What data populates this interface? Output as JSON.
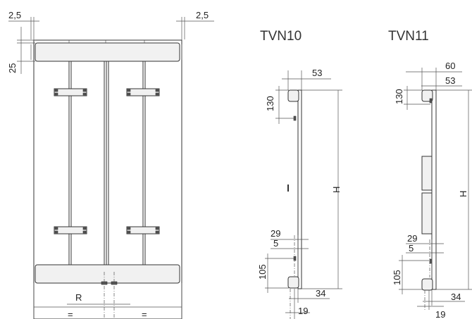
{
  "front_view": {
    "dim_left_edge": "2,5",
    "dim_right_edge": "2,5",
    "dim_top_collector": "25",
    "dim_R": "R",
    "equal_left": "=",
    "equal_right": "="
  },
  "tvn10": {
    "title": "TVN10",
    "dim_depth": "53",
    "dim_top_bracket": "130",
    "dim_height": "H",
    "dim_29": "29",
    "dim_5": "5",
    "dim_bottom_bracket": "105",
    "dim_34": "34",
    "dim_19": "19"
  },
  "tvn11": {
    "title": "TVN11",
    "dim_outer_depth": "60",
    "dim_depth": "53",
    "dim_top_bracket": "130",
    "dim_height": "H",
    "dim_29": "29",
    "dim_5": "5",
    "dim_bottom_bracket": "105",
    "dim_34": "34",
    "dim_19": "19"
  },
  "colors": {
    "line": "#333333",
    "fill": "#f1f1f1"
  }
}
